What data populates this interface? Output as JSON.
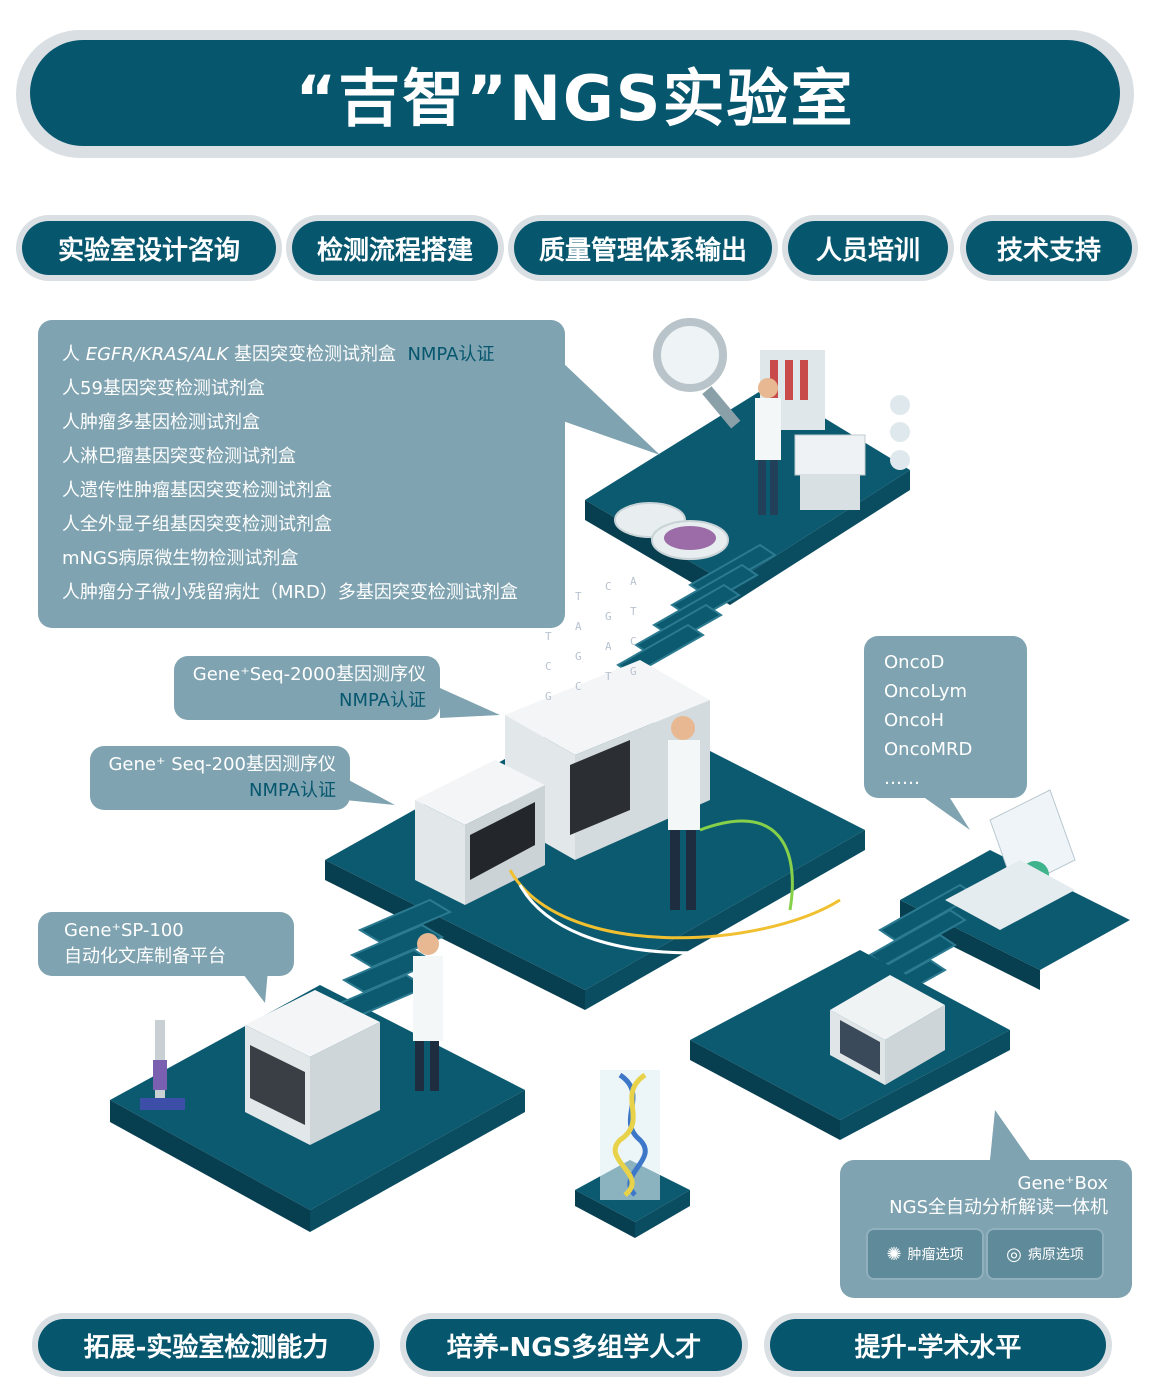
{
  "title": "“吉智”NGS实验室",
  "services": [
    "实验室设计咨询",
    "检测流程搭建",
    "质量管理体系输出",
    "人员培训",
    "技术支持"
  ],
  "kits": {
    "line1_prefix": "人 ",
    "line1_genes": "EGFR/KRAS/ALK",
    "line1_suffix": " 基因突变检测试剂盒",
    "line1_cert": "NMPA认证",
    "items": [
      "人59基因突变检测试剂盒",
      "人肿瘤多基因检测试剂盒",
      "人淋巴瘤基因突变检测试剂盒",
      "人遗传性肿瘤基因突变检测试剂盒",
      "人全外显子组基因突变检测试剂盒",
      "mNGS病原微生物检测试剂盒",
      "人肿瘤分子微小残留病灶（MRD）多基因突变检测试剂盒"
    ]
  },
  "seq2000": {
    "name": "Gene⁺Seq-2000基因测序仪",
    "cert": "NMPA认证"
  },
  "seq200": {
    "name": "Gene⁺ Seq-200基因测序仪",
    "cert": "NMPA认证"
  },
  "sp100": {
    "name": "Gene⁺SP-100",
    "desc": "自动化文库制备平台"
  },
  "onco": {
    "items": [
      "OncoD",
      "OncoLym",
      "OncoH",
      "OncoMRD",
      "……"
    ]
  },
  "genebox": {
    "name": "Gene⁺Box",
    "desc": "NGS全自动分析解读一体机",
    "options": [
      {
        "label": "肿瘤选项",
        "icon": "virus-icon"
      },
      {
        "label": "病原选项",
        "icon": "pathogen-icon"
      }
    ]
  },
  "bottom": [
    "拓展-实验室检测能力",
    "培养-NGS多组学人才",
    "提升-学术水平"
  ],
  "colors": {
    "primary": "#06566e",
    "bubble": "#7fa3b0",
    "frame": "#d9dfe3"
  }
}
